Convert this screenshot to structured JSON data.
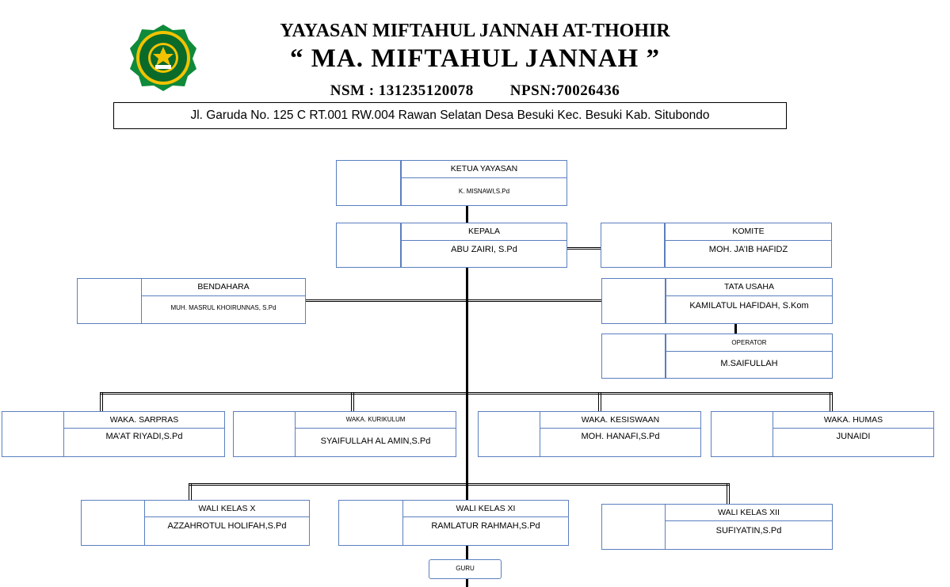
{
  "header": {
    "foundation": "YAYASAN MIFTAHUL JANNAH AT-THOHIR",
    "school": "“ MA. MIFTAHUL JANNAH ”",
    "nsm": "NSM : 131235120078",
    "npsn": "NPSN:70026436",
    "address": "Jl. Garuda No. 125 C RT.001 RW.004 Rawan Selatan Desa Besuki Kec. Besuki Kab. Situbondo",
    "logo_colors": {
      "ring": "#0f8a3a",
      "inner": "#f2c300",
      "dark": "#0a6a2a"
    }
  },
  "org": {
    "ketua": {
      "position": "KETUA YAYASAN",
      "name": "K. MISNAWI,S.Pd"
    },
    "kepala": {
      "position": "KEPALA",
      "name": "ABU ZAIRI, S.Pd"
    },
    "komite": {
      "position": "KOMITE",
      "name": "MOH. JA’IB HAFIDZ"
    },
    "bendahara": {
      "position": "BENDAHARA",
      "name": "MUH. MASRUL KHOIRUNNAS,  S.Pd"
    },
    "tata_usaha": {
      "position": "TATA USAHA",
      "name": "KAMILATUL HAFIDAH, S.Kom"
    },
    "operator": {
      "position": "OPERATOR",
      "name": "M.SAIFULLAH"
    },
    "waka_sarpras": {
      "position": "WAKA. SARPRAS",
      "name": "MA’AT RIYADI,S.Pd"
    },
    "waka_kurikulum": {
      "position": "WAKA. KURIKULUM",
      "name": "SYAIFULLAH AL AMIN,S.Pd"
    },
    "waka_kesiswaan": {
      "position": "WAKA. KESISWAAN",
      "name": "MOH. HANAFI,S.Pd"
    },
    "waka_humas": {
      "position": "WAKA. HUMAS",
      "name": "JUNAIDI"
    },
    "wali_x": {
      "position": "WALI KELAS X",
      "name": "AZZAHROTUL HOLIFAH,S.Pd"
    },
    "wali_xi": {
      "position": "WALI KELAS XI",
      "name": "RAMLATUR RAHMAH,S.Pd"
    },
    "wali_xii": {
      "position": "WALI KELAS XII",
      "name": "SUFIYATIN,S.Pd"
    },
    "guru": "GURU"
  },
  "colors": {
    "box_border": "#5b7fbf",
    "line": "#000000"
  }
}
